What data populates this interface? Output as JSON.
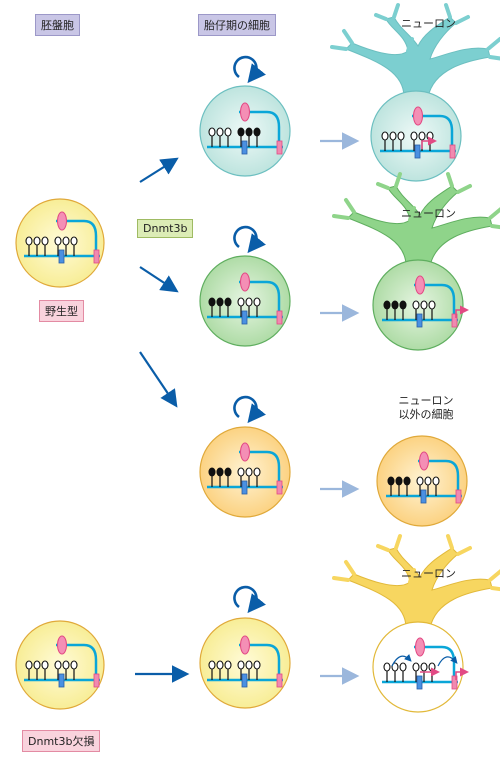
{
  "headers": {
    "embryonic_stem": "胚盤胞",
    "fetal": "胎仔期の細胞"
  },
  "tags": {
    "dnmt3b": "Dnmt3b",
    "wild_type": "野生型",
    "knockout": "Dnmt3b欠損"
  },
  "right_labels": {
    "neuron_1": "ニューロン",
    "neuron_2": "ニューロン",
    "non_neuron_line1": "ニューロン",
    "non_neuron_line2": "以外の細胞",
    "neuron_4": "ニューロン"
  },
  "colors": {
    "cell_yellow": "#fdf6b8",
    "cell_teal": "#d6efeb",
    "cell_green": "#cfe9c9",
    "cell_orange": "#fde6b0",
    "dna_blue": "#0aa6d8",
    "arrow_dark": "#0a5da8",
    "arrow_light": "#9bb7dc",
    "pink": "#e24a84",
    "neuron_teal": "#7ccfd0",
    "neuron_green": "#8fd48a",
    "neuron_yellow": "#f7d660"
  }
}
